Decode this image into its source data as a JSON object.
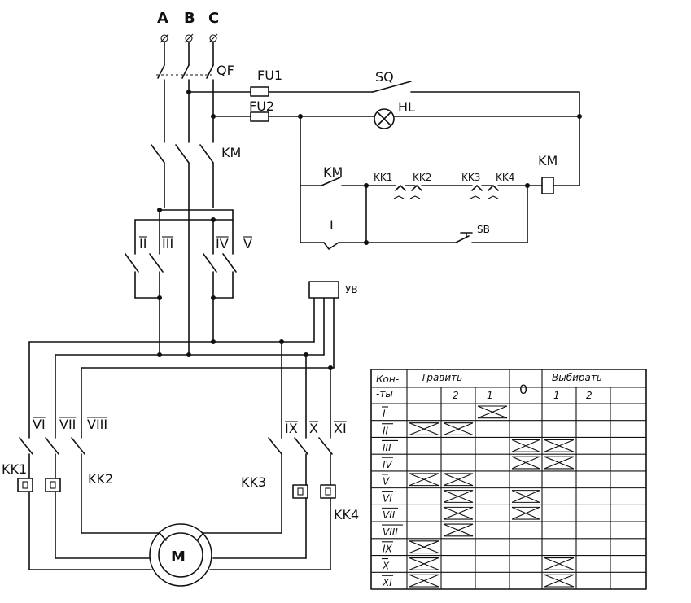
{
  "phases": [
    "A",
    "B",
    "C"
  ],
  "labels": {
    "qf": "QF",
    "fu1": "FU1",
    "fu2": "FU2",
    "sq": "SQ",
    "hl": "HL",
    "km_main": "KM",
    "km_contact": "KM",
    "km_coil": "KM",
    "kk_thermal": [
      "KK1",
      "KK2",
      "KK3",
      "KK4"
    ],
    "sb": "SB",
    "hold": "I",
    "yb": "УВ",
    "motor": "М",
    "kk_heaters": [
      "KK1",
      "KK2",
      "KK3",
      "KK4"
    ],
    "contacts_top": [
      "II",
      "III",
      "IV",
      "V"
    ],
    "contacts_bottom": [
      "VI",
      "VII",
      "VIII",
      "IX",
      "X",
      "XI"
    ]
  },
  "table": {
    "header_contacts": "Кон-",
    "header_contacts_2": "-ты",
    "header_left": "Травить",
    "header_zero": "0",
    "header_right": "Выбирать",
    "sub_left": [
      "2",
      "1"
    ],
    "sub_right": [
      "1",
      "2"
    ],
    "rows": [
      {
        "name": "I",
        "closed": [
          2
        ]
      },
      {
        "name": "II",
        "closed": [
          0,
          1
        ]
      },
      {
        "name": "III",
        "closed": [
          3,
          4
        ]
      },
      {
        "name": "IV",
        "closed": [
          3,
          4
        ]
      },
      {
        "name": "V",
        "closed": [
          0,
          1
        ]
      },
      {
        "name": "VI",
        "closed": [
          1,
          3
        ]
      },
      {
        "name": "VII",
        "closed": [
          1,
          3
        ]
      },
      {
        "name": "VIII",
        "closed": [
          1
        ]
      },
      {
        "name": "IX",
        "closed": [
          0
        ]
      },
      {
        "name": "X",
        "closed": [
          0,
          4
        ]
      },
      {
        "name": "XI",
        "closed": [
          0,
          4
        ]
      }
    ]
  }
}
